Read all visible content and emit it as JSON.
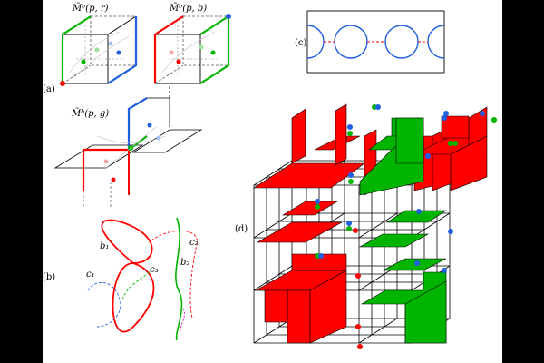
{
  "panels": {
    "a": "(a)",
    "b": "(b)",
    "c": "(c)",
    "d": "(d)"
  },
  "panel_a": {
    "cube_r_title": "M̃ᵇ(p, r)",
    "cube_b_title": "M̃ᵇ(p, b)",
    "cube_g_title": "M̃ᵇ(p, g)"
  },
  "panel_b": {
    "b1": "b₁",
    "b2": "b₂",
    "c1": "c₁",
    "c2": "c₂",
    "c3": "c₃"
  },
  "colors": {
    "red": "#ff0000",
    "green": "#00b400",
    "blue": "#1f5fe0",
    "light_red": "#f4a6a6",
    "light_green": "#9fe09f",
    "light_blue": "#a9c4f5",
    "grid": "#000000"
  }
}
